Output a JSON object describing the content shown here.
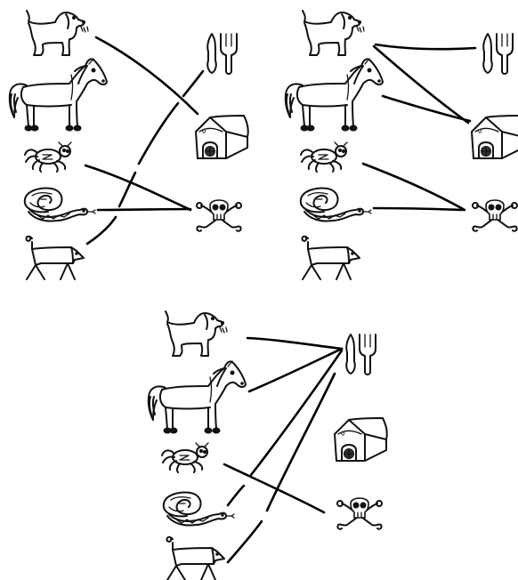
{
  "figure": {
    "panels": [
      {
        "id": "top-left",
        "left_items": [
          "dog",
          "horse",
          "spider",
          "snake",
          "bird"
        ],
        "right_items": [
          "fork-and-knife",
          "doghouse",
          "skull-and-crossbones"
        ],
        "connections": [
          {
            "from": "dog",
            "to": "doghouse"
          },
          {
            "from": "spider",
            "to": "skull-and-crossbones"
          },
          {
            "from": "snake",
            "to": "skull-and-crossbones"
          },
          {
            "from": "bird",
            "to": "fork-and-knife"
          }
        ]
      },
      {
        "id": "top-right",
        "left_items": [
          "dog",
          "horse",
          "spider",
          "snake",
          "bird"
        ],
        "right_items": [
          "fork-and-knife",
          "doghouse",
          "skull-and-crossbones"
        ],
        "connections": [
          {
            "from": "dog",
            "to": "fork-and-knife"
          },
          {
            "from": "dog",
            "to": "doghouse"
          },
          {
            "from": "horse",
            "to": "doghouse"
          },
          {
            "from": "spider",
            "to": "skull-and-crossbones"
          },
          {
            "from": "snake",
            "to": "skull-and-crossbones"
          }
        ]
      },
      {
        "id": "bottom",
        "left_items": [
          "dog",
          "horse",
          "spider",
          "snake",
          "bird"
        ],
        "right_items": [
          "fork-and-knife",
          "doghouse",
          "skull-and-crossbones"
        ],
        "connections": [
          {
            "from": "dog",
            "to": "fork-and-knife"
          },
          {
            "from": "horse",
            "to": "fork-and-knife"
          },
          {
            "from": "spider",
            "to": "skull-and-crossbones"
          },
          {
            "from": "snake",
            "to": "fork-and-knife"
          },
          {
            "from": "bird",
            "to": "fork-and-knife"
          }
        ]
      }
    ]
  }
}
